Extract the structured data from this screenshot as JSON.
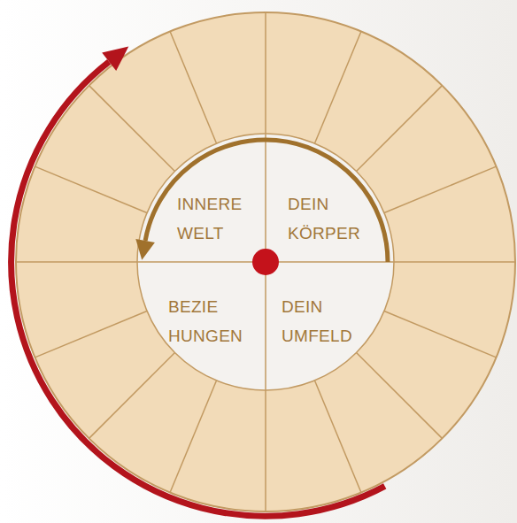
{
  "diagram": {
    "nodes": [
      {
        "text": [
          "INNERE WELT"
        ]
      },
      {
        "text": [
          "DEIN KÖRPER"
        ]
      },
      {
        "text": [
          "BEZIE HUNGEN"
        ]
      },
      {
        "text": [
          "DEIN UMFELD"
        ]
      }
    ]
  }
}
